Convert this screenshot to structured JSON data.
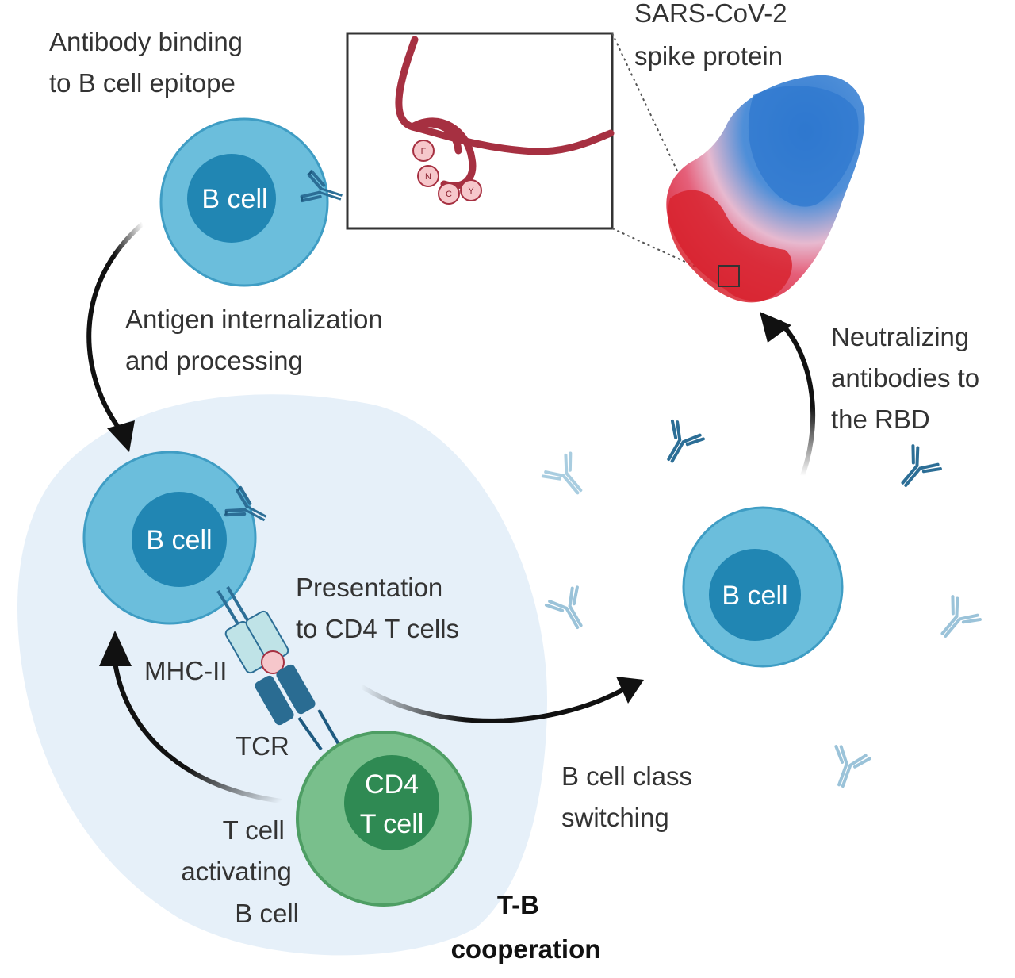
{
  "labels": {
    "antibody_binding": [
      "Antibody binding",
      "to B cell epitope"
    ],
    "spike": [
      "SARS-CoV-2",
      "spike protein"
    ],
    "internalization": [
      "Antigen internalization",
      "and processing"
    ],
    "presentation": [
      "Presentation",
      "to CD4 T cells"
    ],
    "mhc": "MHC-II",
    "tcr": "TCR",
    "t_activating": [
      "T cell",
      "activating",
      "B cell"
    ],
    "tb": [
      "T-B",
      "cooperation"
    ],
    "class_switching": [
      "B cell class",
      "switching"
    ],
    "neutralizing": [
      "Neutralizing",
      "antibodies to",
      "the RBD"
    ]
  },
  "cells": {
    "b_cell_top": "B cell",
    "b_cell_left": "B cell",
    "b_cell_right": "B cell",
    "cd4": [
      "CD4",
      "T cell"
    ]
  },
  "epitope_residues": [
    "F",
    "N",
    "C",
    "Y"
  ],
  "colors": {
    "b_cell_outer": "#6bbedc",
    "b_cell_nucleus": "#2186b3",
    "t_cell_outer": "#79bf8c",
    "t_cell_nucleus": "#2f8a53",
    "antibody": "#2c6e96",
    "peptide": "#a63041",
    "region": "#e6f0f9",
    "spike_red": "#d8232f",
    "spike_blue": "#2f78cf"
  }
}
